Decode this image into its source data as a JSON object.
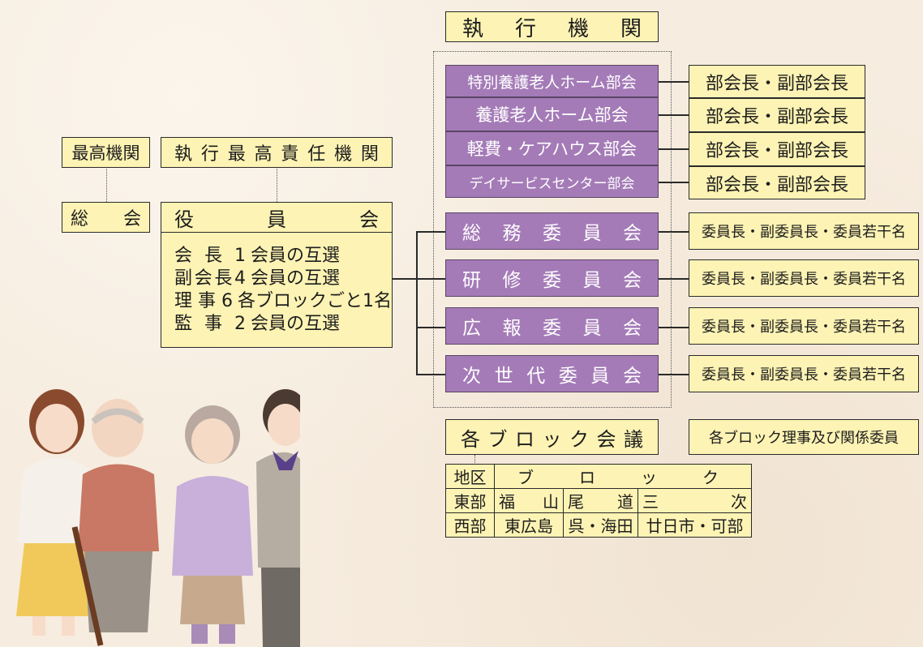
{
  "top_label": "執 行 機 関",
  "supreme_body": "最高機関",
  "exec_body": "執行最高責任機関",
  "general_meeting": "総 会",
  "board": "役 員 会",
  "board_members": [
    {
      "title": "会 長1",
      "method": "会員の互選"
    },
    {
      "title": "副会長4",
      "method": "会員の互選"
    },
    {
      "title": "理 事6",
      "method": "各ブロックごと1名"
    },
    {
      "title": "監 事2",
      "method": "会員の互選"
    }
  ],
  "subcommittees": [
    {
      "name": "特別養護老人ホーム部会",
      "roles": "部会長・副部会長"
    },
    {
      "name": "養護老人ホーム部会",
      "roles": "部会長・副部会長"
    },
    {
      "name": "軽費・ケアハウス部会",
      "roles": "部会長・副部会長"
    },
    {
      "name": "デイサービスセンター部会",
      "roles": "部会長・副部会長"
    }
  ],
  "committees": [
    {
      "name": "総 務 委 員 会",
      "roles": "委員長・副委員長・委員若干名"
    },
    {
      "name": "研 修 委 員 会",
      "roles": "委員長・副委員長・委員若干名"
    },
    {
      "name": "広 報 委 員 会",
      "roles": "委員長・副委員長・委員若干名"
    },
    {
      "name": "次 世 代 委 員 会",
      "roles": "委員長・副委員長・委員若干名"
    }
  ],
  "block_meeting": "各 ブ ロ ッ ク 会 議",
  "block_members": "各ブロック理事及び関係委員",
  "block_table": {
    "header": [
      "地区",
      "ブ ロ ッ ク"
    ],
    "rows": [
      {
        "district": "東部",
        "blocks": [
          "福 山",
          "尾 道",
          "三 次"
        ]
      },
      {
        "district": "西部",
        "blocks": [
          "東広島",
          "呉・海田",
          "廿日市・可部"
        ]
      }
    ]
  },
  "colors": {
    "box_fill": "#fdf3b4",
    "committee_fill": "#a47bb7",
    "background": "#f6ecdf"
  }
}
